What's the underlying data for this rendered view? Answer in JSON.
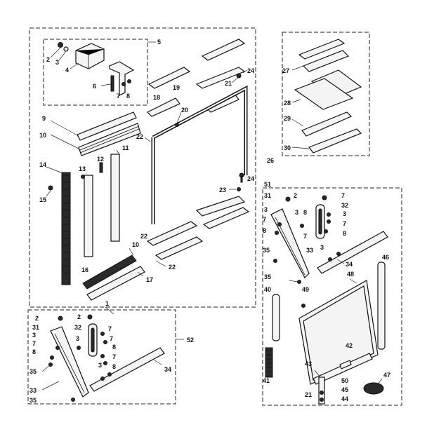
{
  "callouts": {
    "c2a": "2",
    "c3a": "3",
    "c4": "4",
    "c5": "5",
    "c6": "6",
    "c7a": "7",
    "c8a": "8",
    "c9": "9",
    "c10a": "10",
    "c10b": "10",
    "c11": "11",
    "c12": "12",
    "c13": "13",
    "c14": "14",
    "c15": "15",
    "c16": "16",
    "c17": "17",
    "c18": "18",
    "c19": "19",
    "c20": "20",
    "c21a": "21",
    "c22a": "22",
    "c22b": "22",
    "c22c": "22",
    "c23": "23",
    "c24a": "24",
    "c24b": "24",
    "c26": "26",
    "c27": "27",
    "c28": "28",
    "c29": "29",
    "c30": "30",
    "c51": "51",
    "c2b": "2",
    "c7b": "7",
    "c31a": "31",
    "c32a": "32",
    "c3b": "3",
    "c3c": "3",
    "c8b": "8",
    "c3d": "3",
    "c7c": "7",
    "c7d": "7",
    "c8c": "8",
    "c35a": "35",
    "c33a": "33",
    "c7e": "7",
    "c3e": "3",
    "c8d": "8",
    "c34a": "34",
    "c35b": "35",
    "c46": "46",
    "c48": "48",
    "c40": "40",
    "c49": "49",
    "c41": "41",
    "c42": "42",
    "c43": "43",
    "c50": "50",
    "c45": "45",
    "c21b": "21",
    "c44": "44",
    "c47": "47",
    "c2c": "2",
    "c2d": "2",
    "c31b": "31",
    "c32b": "32",
    "c7f": "7",
    "c52": "52",
    "c3f": "3",
    "c7g": "7",
    "c8e": "8",
    "c3g": "3",
    "c8f": "8",
    "c7h": "7",
    "c7i": "7",
    "c35c": "35",
    "c3h": "3",
    "c8g": "8",
    "c34b": "34",
    "c33b": "33",
    "c35d": "35",
    "c1": "1"
  }
}
